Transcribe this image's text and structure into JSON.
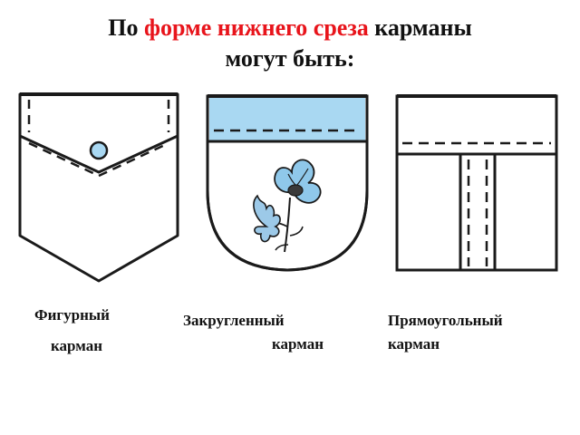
{
  "title": {
    "line1_prefix": "По ",
    "line1_highlight": "форме нижнего среза",
    "line1_suffix": " карманы",
    "line2": "могут быть:",
    "highlight_color": "#e8141b"
  },
  "pockets": [
    {
      "id": "figured",
      "caption_line1": "Фигурный",
      "caption_line2": "карман"
    },
    {
      "id": "rounded",
      "caption_line1": "Закругленный",
      "caption_line2": "карман",
      "band_color": "#a9d8f2"
    },
    {
      "id": "rectangular",
      "caption_line1": "Прямоугольный",
      "caption_line2": "карман"
    }
  ],
  "colors": {
    "flower": "#8fc8ea",
    "leaf": "#9cc9e8",
    "outline": "#1a1a1a"
  }
}
